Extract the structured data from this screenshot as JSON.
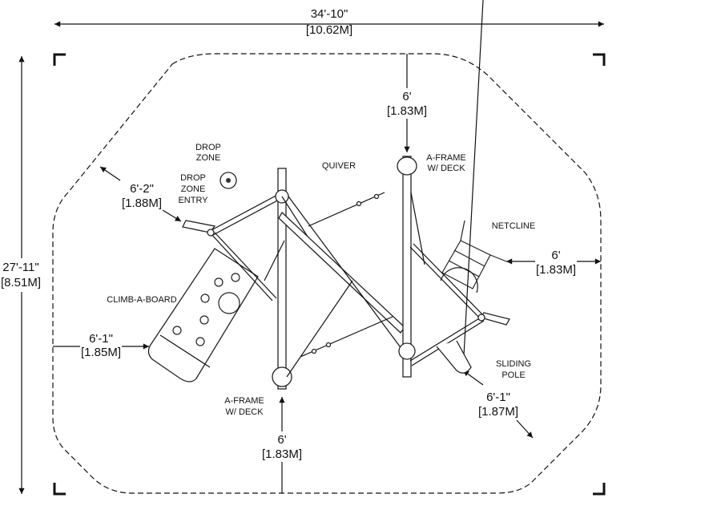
{
  "title": "Playground equipment layout plan",
  "overall": {
    "width": {
      "imperial": "34'-10\"",
      "metric": "[10.62M]"
    },
    "depth": {
      "imperial": "27'-11\"",
      "metric": "[8.51M]"
    }
  },
  "clearances": {
    "top": {
      "imperial": "6'",
      "metric": "[1.83M]"
    },
    "bottom": {
      "imperial": "6'",
      "metric": "[1.83M]"
    },
    "right": {
      "imperial": "6'",
      "metric": "[1.83M]"
    },
    "left": {
      "imperial": "6'-1\"",
      "metric": "[1.85M]"
    },
    "upper_left": {
      "imperial": "6'-2\"",
      "metric": "[1.88M]"
    },
    "lower_right": {
      "imperial": "6'-1\"",
      "metric": "[1.87M]"
    }
  },
  "components": {
    "drop_zone": [
      "DROP",
      "ZONE"
    ],
    "drop_zone_entry": [
      "DROP",
      "ZONE",
      "ENTRY"
    ],
    "quiver": "QUIVER",
    "aframe_top": [
      "A-FRAME",
      "W/ DECK"
    ],
    "aframe_bottom": [
      "A-FRAME",
      "W/ DECK"
    ],
    "netcline": "NETCLINE",
    "climb_a_board": "CLIMB-A-BOARD",
    "sliding_pole": [
      "SLIDING",
      "POLE"
    ]
  }
}
